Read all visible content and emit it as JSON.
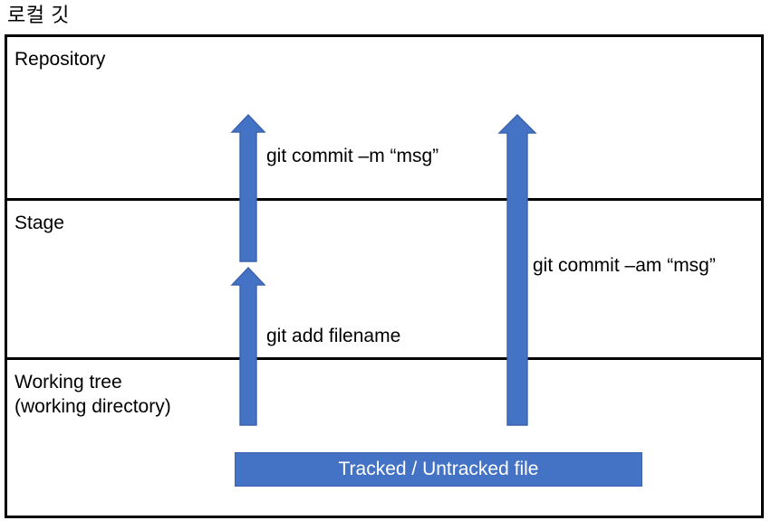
{
  "diagram": {
    "title": "로컬 깃",
    "accent_color": "#4472C4",
    "accent_border_color": "#3b63ad",
    "frame_color": "#000000",
    "text_color": "#000000",
    "bar_text_color": "#ffffff"
  },
  "sections": [
    {
      "id": "repository",
      "label": "Repository"
    },
    {
      "id": "stage",
      "label": "Stage"
    },
    {
      "id": "working-tree",
      "label": "Working tree\n(working directory)"
    }
  ],
  "arrows": [
    {
      "id": "stage-to-repository",
      "label": "git commit –m “msg”",
      "from": "Stage",
      "to": "Repository",
      "direction": "up"
    },
    {
      "id": "working-tree-to-stage",
      "label": "git add filename",
      "from": "Working tree",
      "to": "Stage",
      "direction": "up"
    },
    {
      "id": "working-tree-to-repository",
      "label": "git commit –am “msg”",
      "from": "Working tree",
      "to": "Repository",
      "direction": "up"
    }
  ],
  "file_bar": {
    "label": "Tracked / Untracked file"
  }
}
